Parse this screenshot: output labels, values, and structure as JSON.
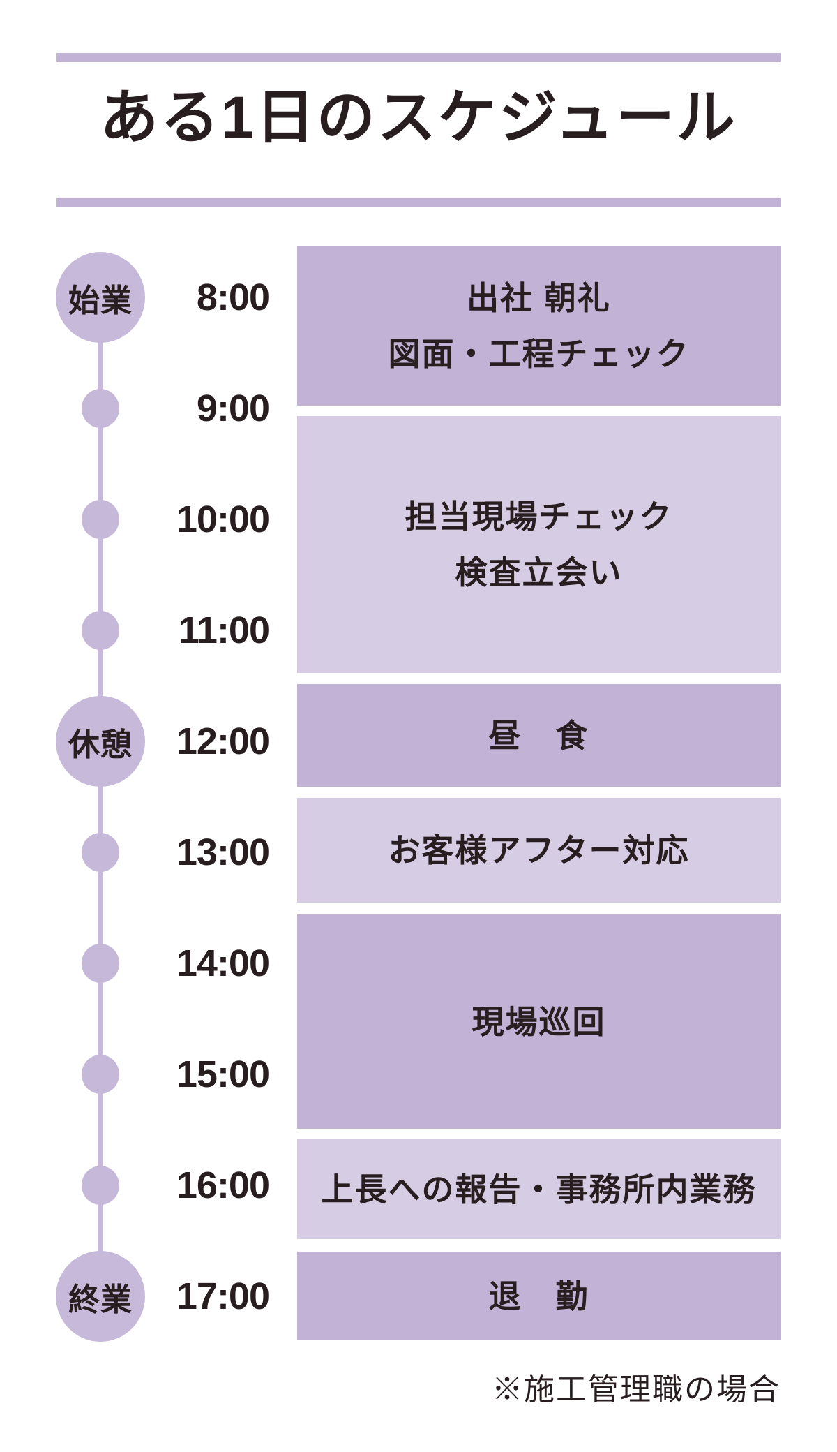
{
  "header": {
    "title": "ある1日のスケジュール"
  },
  "colors": {
    "accent_medium": "#c1b2d6",
    "accent_light": "#d6cce3",
    "marker": "#c7b9da",
    "text_dark": "#281e20",
    "background": "#ffffff"
  },
  "timeline": {
    "markers": [
      {
        "time": "8:00",
        "type": "major",
        "label": "始業"
      },
      {
        "time": "9:00",
        "type": "minor",
        "label": ""
      },
      {
        "time": "10:00",
        "type": "minor",
        "label": ""
      },
      {
        "time": "11:00",
        "type": "minor",
        "label": ""
      },
      {
        "time": "12:00",
        "type": "major",
        "label": "休憩"
      },
      {
        "time": "13:00",
        "type": "minor",
        "label": ""
      },
      {
        "time": "14:00",
        "type": "minor",
        "label": ""
      },
      {
        "time": "15:00",
        "type": "minor",
        "label": ""
      },
      {
        "time": "16:00",
        "type": "minor",
        "label": ""
      },
      {
        "time": "17:00",
        "type": "major",
        "label": "終業"
      }
    ]
  },
  "schedule": {
    "blocks": [
      {
        "tone": "medium",
        "time_range": "8:00-9:00",
        "lines": [
          "出社 朝礼",
          "図面・工程チェック"
        ]
      },
      {
        "tone": "light",
        "time_range": "9:00-11:30",
        "lines": [
          "担当現場チェック",
          "検査立会い"
        ]
      },
      {
        "tone": "medium",
        "time_range": "12:00-13:00",
        "lines": [
          "昼　食"
        ]
      },
      {
        "tone": "light",
        "time_range": "13:00-14:00",
        "lines": [
          "お客様アフター対応"
        ]
      },
      {
        "tone": "medium",
        "time_range": "14:00-16:00",
        "lines": [
          "現場巡回"
        ]
      },
      {
        "tone": "light",
        "time_range": "16:00-17:00",
        "lines": [
          "上長への報告・事務所内業務"
        ]
      },
      {
        "tone": "medium",
        "time_range": "17:00",
        "lines": [
          "退　勤"
        ]
      }
    ]
  },
  "footer": {
    "note": "※施工管理職の場合"
  }
}
